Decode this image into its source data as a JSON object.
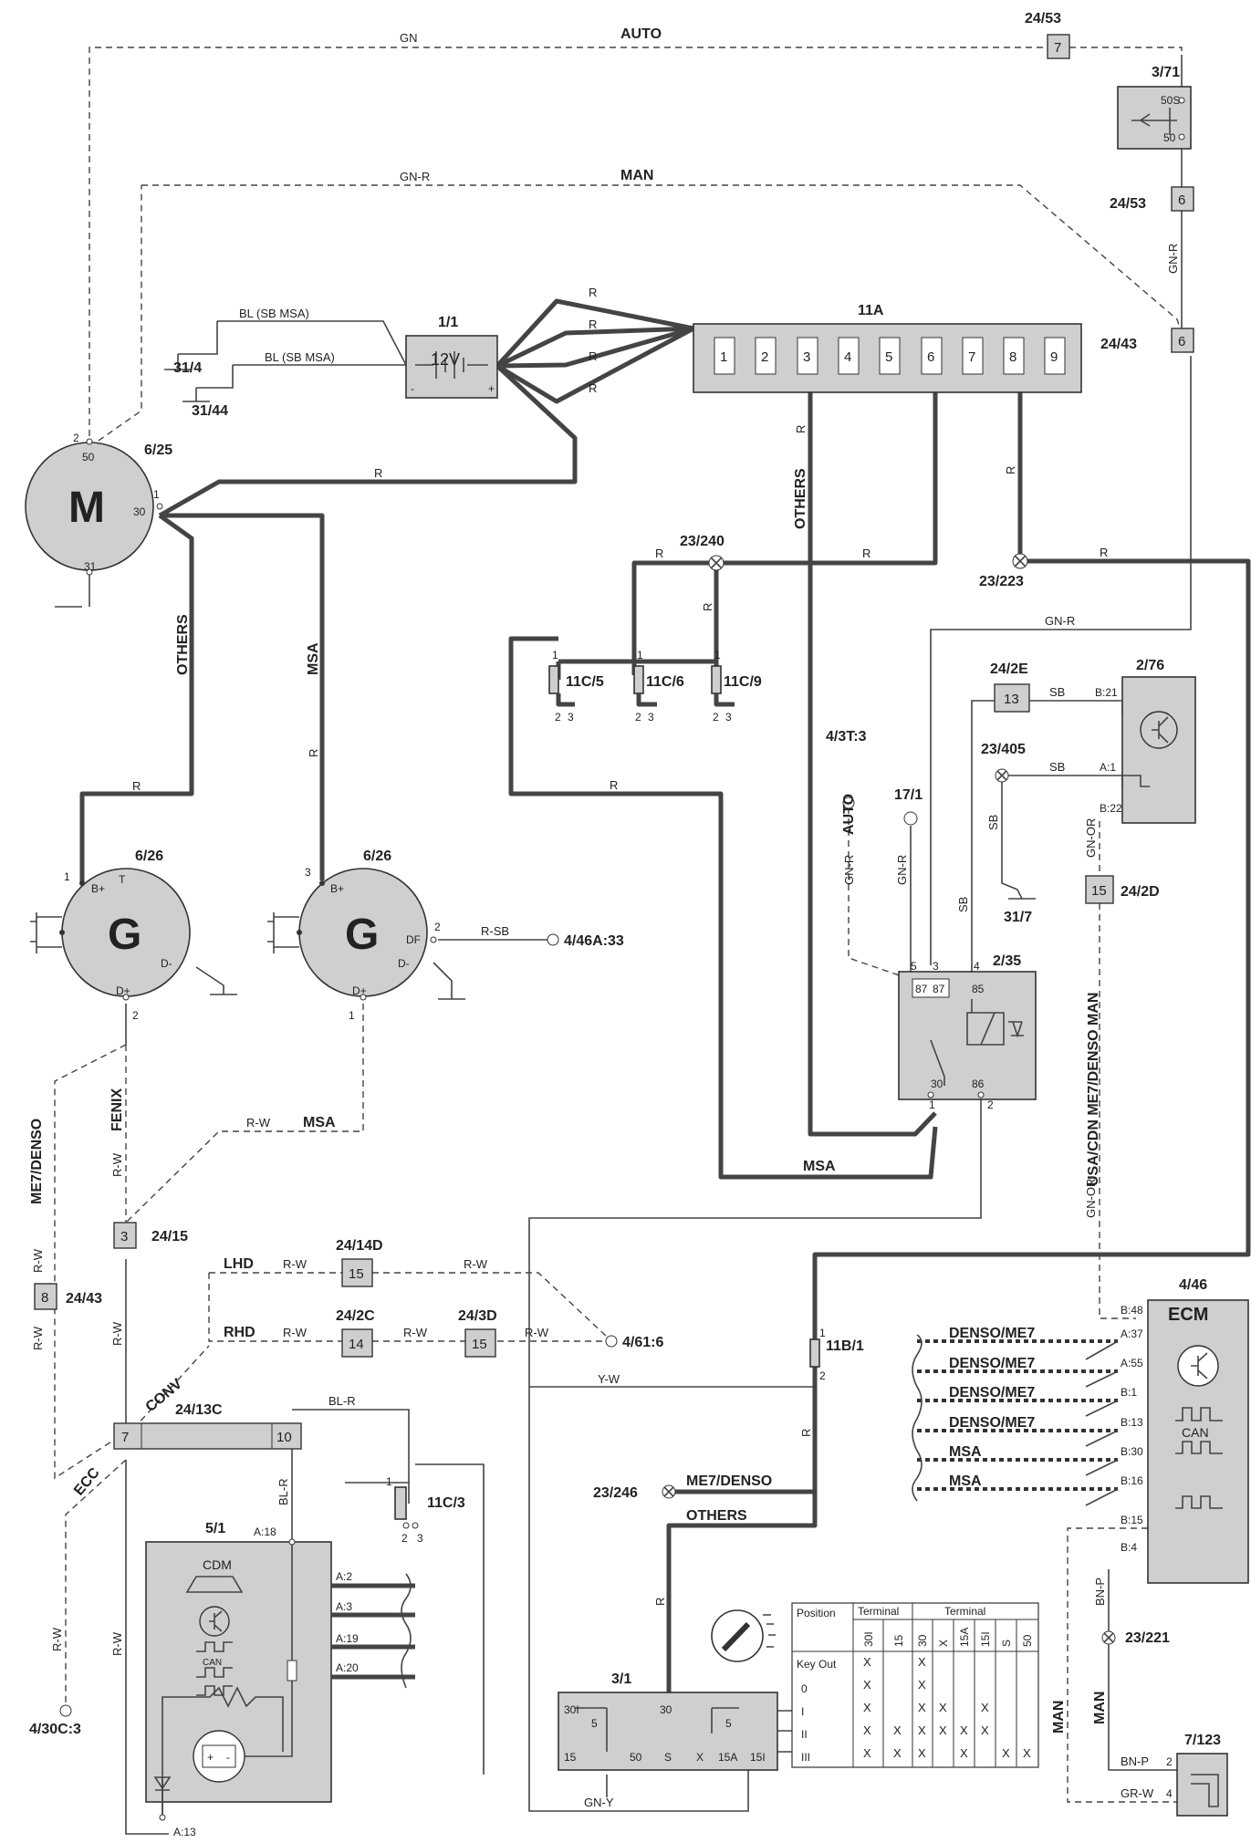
{
  "components": {
    "c_2453_top": "24/53",
    "c_371": "3/71",
    "c_2453_mid": "24/53",
    "c_2443_top": "24/43",
    "c_11": "1/1",
    "c_11a": "11A",
    "c_314": "31/4",
    "c_3144": "31/44",
    "c_625": "6/25",
    "c_626a": "6/26",
    "c_626b": "6/26",
    "c_23240": "23/240",
    "c_23223": "23/223",
    "c_11c5": "11C/5",
    "c_11c6": "11C/6",
    "c_11c9": "11C/9",
    "c_242e": "24/2E",
    "c_276": "2/76",
    "c_23405": "23/405",
    "c_317": "31/7",
    "c_43t3": "4/3T:3",
    "c_171": "17/1",
    "c_242d": "24/2D",
    "c_235": "2/35",
    "c_446a33": "4/46A:33",
    "c_2415": "24/15",
    "c_2443_low": "24/43",
    "c_2414d": "24/14D",
    "c_242c": "24/2C",
    "c_243d": "24/3D",
    "c_4616": "4/61:6",
    "c_2413c": "24/13C",
    "c_11c3": "11C/3",
    "c_51": "5/1",
    "c_430c3": "4/30C:3",
    "c_11b1": "11B/1",
    "c_23246": "23/246",
    "c_31": "3/1",
    "c_446": "4/46",
    "c_23221": "23/221",
    "c_7123": "7/123"
  },
  "inside": {
    "battery": "12V",
    "motor": "M",
    "gen_a": "G",
    "gen_b": "G",
    "ecm": "ECM",
    "cdm": "CDM",
    "can_ecm": "CAN",
    "can_cdm": "CAN"
  },
  "box_nums": {
    "b7": "7",
    "b6a": "6",
    "b6b": "6",
    "b13": "13",
    "b15": "15",
    "b3": "3",
    "b8": "8",
    "b15l": "15",
    "b14": "14",
    "b15r": "15",
    "b7c": "7",
    "b10c": "10"
  },
  "fuses": [
    "1",
    "2",
    "3",
    "4",
    "5",
    "6",
    "7",
    "8",
    "9"
  ],
  "wire_labels": {
    "gn": "GN",
    "auto": "AUTO",
    "gnr_top": "GN-R",
    "man": "MAN",
    "gnr_vert": "GN-R",
    "bl1": "BL (SB MSA)",
    "bl2": "BL (SB MSA)",
    "r1": "R",
    "r2": "R",
    "r3": "R",
    "r4": "R",
    "r_motor": "R",
    "others_left": "OTHERS",
    "msa_left": "MSA",
    "r_msa": "R",
    "r_gen": "R",
    "others_mid": "OTHERS",
    "r_others": "R",
    "r_fuse8": "R",
    "r_240": "R",
    "r_to223": "R",
    "r_right": "R",
    "r_big": "R",
    "r_240v": "R",
    "gnr_right": "GN-R",
    "sb_top": "SB",
    "sb_a1": "SB",
    "sb_v": "SB",
    "auto_v": "AUTO",
    "gnr_auto": "GN-R",
    "gnr_171": "GN-R",
    "sb_235": "SB",
    "gnor_top": "GN-OR",
    "usacdn": "USA/CDN  ME7/DENSO MAN",
    "gnor_low": "GN-OR",
    "rsb": "R-SB",
    "me7denso": "ME7/DENSO",
    "fenix": "FENIX",
    "rw1": "R-W",
    "rw_msa": "R-W",
    "msa_gen": "MSA",
    "rw_left1": "R-W",
    "rw_left2": "R-W",
    "lhd": "LHD",
    "rw_lhd1": "R-W",
    "rw_lhd2": "R-W",
    "rhd": "RHD",
    "rw_rhd1": "R-W",
    "rw_rhd2": "R-W",
    "rw_rhd3": "R-W",
    "conv": "CONV",
    "ecc": "ECC",
    "rw_cdm": "R-W",
    "rw_ecc": "R-W",
    "rw_2415": "R-W",
    "blr": "BL-R",
    "blr_v": "BL-R",
    "yw": "Y-W",
    "msa_bot": "MSA",
    "me7_23246": "ME7/DENSO",
    "others_bot": "OTHERS",
    "r_31": "R",
    "r_11b": "R",
    "gny": "GN-Y",
    "bnp": "BN-P",
    "man_a": "MAN",
    "man_b": "MAN",
    "bnp2": "BN-P",
    "grw": "GR-W"
  },
  "pins": {
    "p2_motor": "2",
    "p50_motor": "50",
    "p1_motor": "1",
    "p30_motor": "30",
    "p31_motor": "31",
    "p1_gen": "1",
    "bplus_a": "B+",
    "t_a": "T",
    "dminus_a": "D-",
    "dplus_a": "D+",
    "p2_gen": "2",
    "p3_gen": "3",
    "bplus_b": "B+",
    "df_b": "DF",
    "p2_df": "2",
    "dminus_b": "D-",
    "dplus_b": "D+",
    "p1_genb": "1",
    "p50s": "50S",
    "p50": "50",
    "b21": "B:21",
    "a1": "A:1",
    "b22": "B:22",
    "p5": "5",
    "p3r": "3",
    "p4r": "4",
    "p87a": "87",
    "p87b": "87",
    "p85": "85",
    "p30r": "30",
    "p86": "86",
    "p1r": "1",
    "p2r": "2",
    "c5_1": "1",
    "c5_2": "2",
    "c5_3": "3",
    "c6_1": "1",
    "c6_2": "2",
    "c6_3": "3",
    "c9_1": "1",
    "c9_2": "2",
    "c9_3": "3",
    "a18": "A:18",
    "a2": "A:2",
    "a3": "A:3",
    "a19": "A:19",
    "a20": "A:20",
    "a13": "A:13",
    "c3_1": "1",
    "c3_2": "2",
    "c3_3": "3",
    "b1_1": "1",
    "b1_2": "2",
    "t30i": "30I",
    "t5a": "5",
    "t30": "30",
    "t5b": "5",
    "t15": "15",
    "t50": "50",
    "ts": "S",
    "tx": "X",
    "t15a": "15A",
    "t15i": "15I",
    "b48": "B:48",
    "a37": "A:37",
    "a55": "A:55",
    "b1": "B:1",
    "b13": "B:13",
    "b30": "B:30",
    "b16": "B:16",
    "b15": "B:15",
    "b4": "B:4",
    "s2": "2",
    "s4": "4",
    "plus": "+",
    "minus": "-",
    "bplus_sym": "+",
    "bminus_sym": "-"
  },
  "ecm_links": [
    "DENSO/ME7",
    "DENSO/ME7",
    "DENSO/ME7",
    "DENSO/ME7",
    "MSA",
    "MSA"
  ],
  "ign_table": {
    "position": "Position",
    "terminal_a": "Terminal",
    "terminal_b": "Terminal",
    "cols_a": [
      "30I",
      "15"
    ],
    "cols_b": [
      "30",
      "X",
      "15A",
      "15I",
      "S",
      "50"
    ],
    "rows": [
      "Key Out",
      "0",
      "I",
      "II",
      "III"
    ],
    "marks": [
      [
        "X",
        "",
        "X",
        "",
        "",
        "",
        "",
        ""
      ],
      [
        "X",
        "",
        "X",
        "",
        "",
        "",
        "",
        ""
      ],
      [
        "X",
        "",
        "X",
        "X",
        "",
        "X",
        "",
        ""
      ],
      [
        "X",
        "X",
        "X",
        "X",
        "X",
        "X",
        "",
        ""
      ],
      [
        "X",
        "X",
        "X",
        "",
        "X",
        "",
        "X",
        "X"
      ]
    ]
  }
}
